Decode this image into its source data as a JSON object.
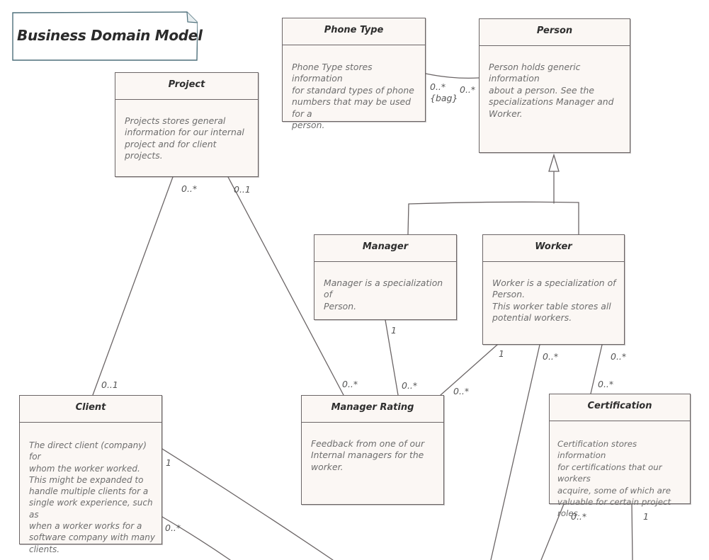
{
  "title": "Business Domain Model",
  "colors": {
    "stroke": "#6b6566",
    "fill": "#fbf7f4",
    "note_stroke": "#4d6f7a",
    "text": "#2e2e2e",
    "desc_text": "#6d6d6d"
  },
  "classes": {
    "phone_type": {
      "name": "Phone Type",
      "desc": "Phone Type stores information\nfor standard types of phone\nnumbers that may be used for a\nperson."
    },
    "person": {
      "name": "Person",
      "desc": "Person holds generic information\nabout a person.  See the\nspecializations Manager and\nWorker."
    },
    "project": {
      "name": "Project",
      "desc": "Projects stores general\ninformation for our internal\nproject and for client projects."
    },
    "manager": {
      "name": "Manager",
      "desc": "Manager is a specialization of\nPerson."
    },
    "worker": {
      "name": "Worker",
      "desc": "Worker is a specialization of\nPerson.\nThis worker table stores all\npotential workers."
    },
    "client": {
      "name": "Client",
      "desc": "The direct client (company) for\nwhom the worker worked.\nThis might be expanded to\nhandle multiple clients for a\nsingle work experience, such as\nwhen a worker works for a\nsoftware company with many\nclients."
    },
    "manager_rating": {
      "name": "Manager Rating",
      "desc": "Feedback from one of our\nInternal managers for the\nworker."
    },
    "certification": {
      "name": "Certification",
      "desc": "Certification stores information\nfor certifications that our workers\nacquire, some of which are\nvaluable for certain project roles."
    }
  },
  "multiplicities": {
    "phone_side": "0..*\n{bag}",
    "person_side": "0..*",
    "project_client": "0..*",
    "project_rating": "0..1",
    "client_project": "0..1",
    "rating_project": "0..*",
    "manager_rating": "1",
    "rating_manager": "0..*",
    "worker_rating": "1",
    "rating_worker": "0..*",
    "worker_bottom": "0..*",
    "worker_cert": "0..*",
    "cert_worker": "0..*",
    "client_right_one": "1",
    "client_right_many": "0..*",
    "cert_bottom_many": "0..*",
    "cert_bottom_one": "1"
  }
}
